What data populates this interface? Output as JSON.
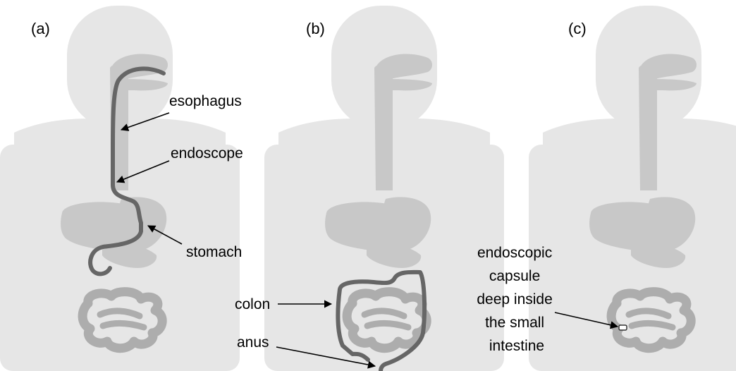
{
  "colors": {
    "body": "#e6e6e6",
    "organ": "#c8c8c8",
    "intestine": "#adadad",
    "instrument": "#666666",
    "text": "#000000"
  },
  "panels": [
    {
      "id": "a",
      "label": "(a)"
    },
    {
      "id": "b",
      "label": "(b)"
    },
    {
      "id": "c",
      "label": "(c)"
    }
  ],
  "labels": {
    "esophagus": "esophagus",
    "endoscope": "endoscope",
    "stomach": "stomach",
    "colon": "colon",
    "anus": "anus",
    "capsule": [
      "endoscopic",
      "capsule",
      "deep inside",
      "the small",
      "intestine"
    ]
  }
}
